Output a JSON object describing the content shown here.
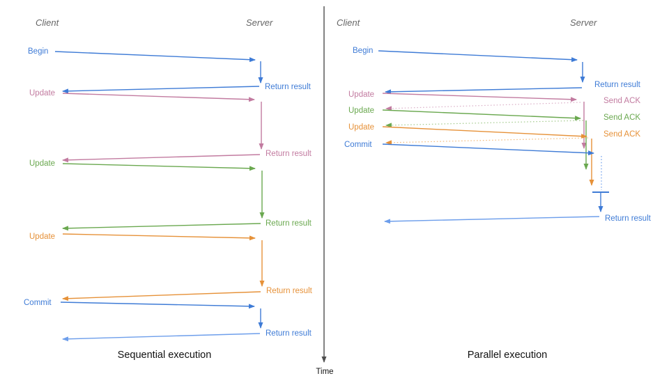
{
  "colors": {
    "blue": "#3e7bd6",
    "blue_light": "#6d9eeb",
    "pink": "#c27ba0",
    "pink_light": "#dcb2c9",
    "green": "#6aa84f",
    "green_light": "#a6cc90",
    "orange": "#e69138",
    "orange_light": "#f2bb7d",
    "header": "#666666",
    "axis": "#4d4d4d",
    "caption": "#111111"
  },
  "time_axis": {
    "label": "Time"
  },
  "left_panel": {
    "title": "Sequential execution",
    "client_header": "Client",
    "server_header": "Server",
    "labels": {
      "begin": "Begin",
      "return1": "Return result",
      "update1": "Update",
      "return2": "Return result",
      "update2": "Update",
      "return3": "Return result",
      "update3": "Update",
      "return4": "Return result",
      "commit": "Commit",
      "return5": "Return result"
    }
  },
  "right_panel": {
    "title": "Parallel execution",
    "client_header": "Client",
    "server_header": "Server",
    "labels": {
      "begin": "Begin",
      "return_begin": "Return result",
      "update1": "Update",
      "ack1": "Send ACK",
      "update2": "Update",
      "ack2": "Send ACK",
      "update3": "Update",
      "ack3": "Send ACK",
      "commit": "Commit",
      "return_final": "Return result"
    }
  }
}
